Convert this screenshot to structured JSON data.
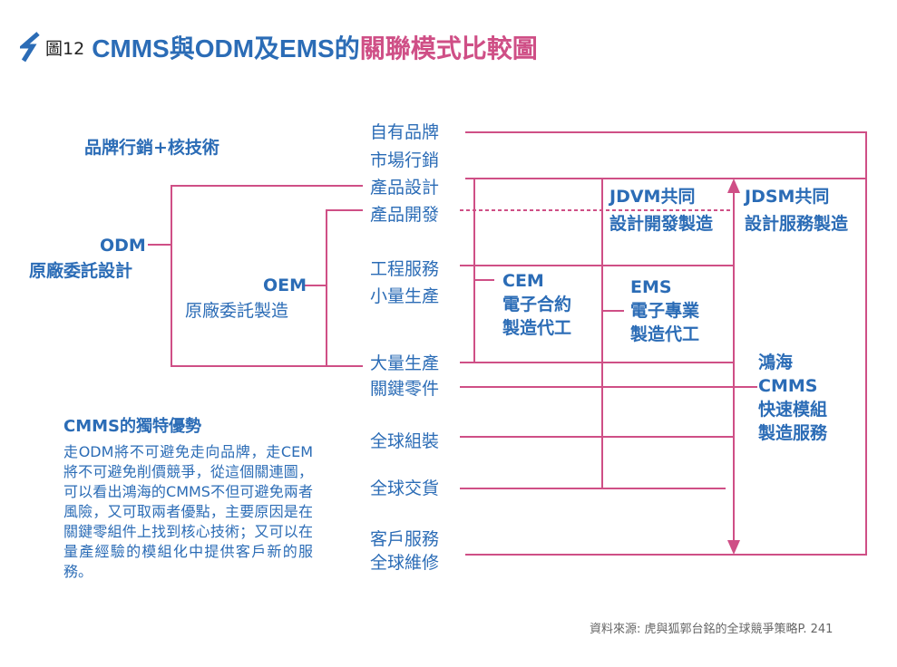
{
  "title": {
    "figure_label": "圖12",
    "main": "CMMS與ODM及EMS的",
    "highlight": "關聯模式比較圖"
  },
  "left": {
    "brand_label": "品牌行銷+核技術",
    "odm_label": "ODM",
    "odm_desc": "原廠委託設計",
    "oem_label": "OEM",
    "oem_desc": "原廠委託製造"
  },
  "chain": [
    "自有品牌",
    "市場行銷",
    "產品設計",
    "產品開發",
    "工程服務",
    "小量生產",
    "大量生產",
    "關鍵零件",
    "全球組裝",
    "全球交貨",
    "客戶服務",
    "全球維修"
  ],
  "boxes": {
    "cem_1": "CEM",
    "cem_2": "電子合約",
    "cem_3": "製造代工",
    "jdvm_1": "JDVM共同",
    "jdvm_2": "設計開發製造",
    "ems_1": "EMS",
    "ems_2": "電子專業",
    "ems_3": "製造代工",
    "jdsm_1": "JDSM共同",
    "jdsm_2": "設計服務製造",
    "cmms_1": "鴻海",
    "cmms_2": "CMMS",
    "cmms_3": "快速模組",
    "cmms_4": "製造服務"
  },
  "note": {
    "title": "CMMS的獨特優勢",
    "body": "走ODM將不可避免走向品牌，走CEM將不可避免削價競爭，從這個關連圖，可以看出鴻海的CMMS不但可避免兩者風險，又可取兩者優點，主要原因是在關鍵零組件上找到核心技術；又可以在量產經驗的模組化中提供客戶新的服務。"
  },
  "source": "資料來源: 虎與狐郭台銘的全球競爭策略P. 241",
  "colors": {
    "blue": "#2b6cb6",
    "pink": "#cf4f86"
  }
}
